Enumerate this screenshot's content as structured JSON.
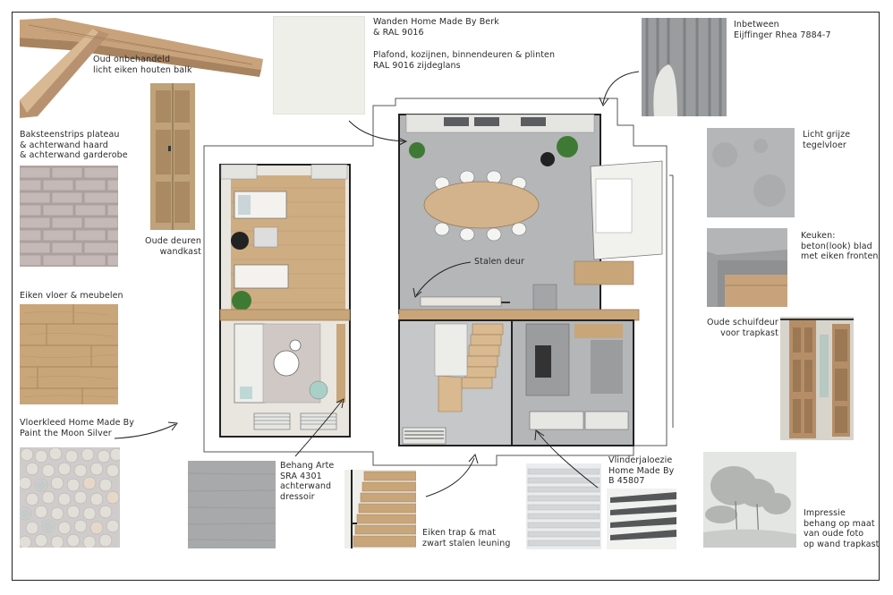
{
  "labels": {
    "oak_beam": "Oud onbehandeld\nlicht eiken houten balk",
    "brick_strips": "Baksteenstrips plateau\n& achterwand haard\n& achterwand garderobe",
    "old_doors": "Oude deuren\nwandkast",
    "oak_floor": "Eiken vloer & meubelen",
    "rug": "Vloerkleed Home Made By\nPaint the Moon Silver",
    "walls": "Wanden Home Made By Berk\n& RAL 9016",
    "ceiling": "Plafond, kozijnen, binnendeuren & plinten\nRAL 9016 zijdeglans",
    "curtains": "Inbetween\nEijffinger Rhea 7884-7",
    "tile_floor": "Licht grijze\ntegelvloer",
    "kitchen": "Keuken:\nbeton(look) blad\nmet eiken fronten",
    "sliding_door": "Oude schuifdeur\nvoor trapkast",
    "steel_door": "Stalen deur",
    "wallpaper": "Behang Arte\nSRA 4301\nachterwand\ndressoir",
    "stairs": "Eiken trap & mat\nzwart stalen leuning",
    "blinds": "Vlinderjaloezie\nHome Made By\nB 45807",
    "mural": "Impressie\nbehang op maat\nvan oude foto\nop wand trapkast"
  },
  "colors": {
    "oak": "#c9a57a",
    "tile": "#b4b6b8",
    "brick": "#b3a7a4",
    "wall_white": "#efefea",
    "curtain": "#9a9c9e",
    "concrete": "#a3a5a6",
    "wallpaper": "#a7a9ab",
    "mural": "#d6d9d6",
    "rug": "#cfcccb",
    "blinds": "#d9dbdc",
    "outline": "#222222"
  }
}
